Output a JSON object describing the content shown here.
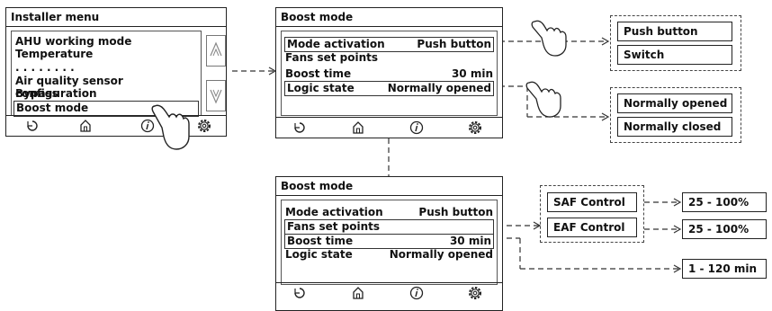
{
  "installer_menu": {
    "title": "Installer menu",
    "items": [
      "AHU working mode",
      "Temperature",
      ". . . . . . . .",
      "Air quality sensor configuration",
      "Bypass",
      "Boost mode"
    ]
  },
  "boost_panel": {
    "title": "Boost mode",
    "rows": [
      {
        "label": "Mode activation",
        "value": "Push button"
      },
      {
        "label": "Fans set points",
        "value": ""
      },
      {
        "label": "Boost time",
        "value": "30 min"
      },
      {
        "label": "Logic state",
        "value": "Normally opened"
      }
    ]
  },
  "options": {
    "activation": [
      "Push button",
      "Switch"
    ],
    "logic_state": [
      "Normally opened",
      "Normally closed"
    ],
    "fans": [
      "SAF Control",
      "EAF Control"
    ],
    "fan_ranges": [
      "25 - 100%",
      "25 - 100%"
    ],
    "boost_time_range": "1 - 120 min"
  },
  "icons": [
    "back-icon",
    "home-icon",
    "info-icon",
    "settings-icon",
    "hand-pointer-icon",
    "scroll-up-icon",
    "scroll-down-icon"
  ]
}
